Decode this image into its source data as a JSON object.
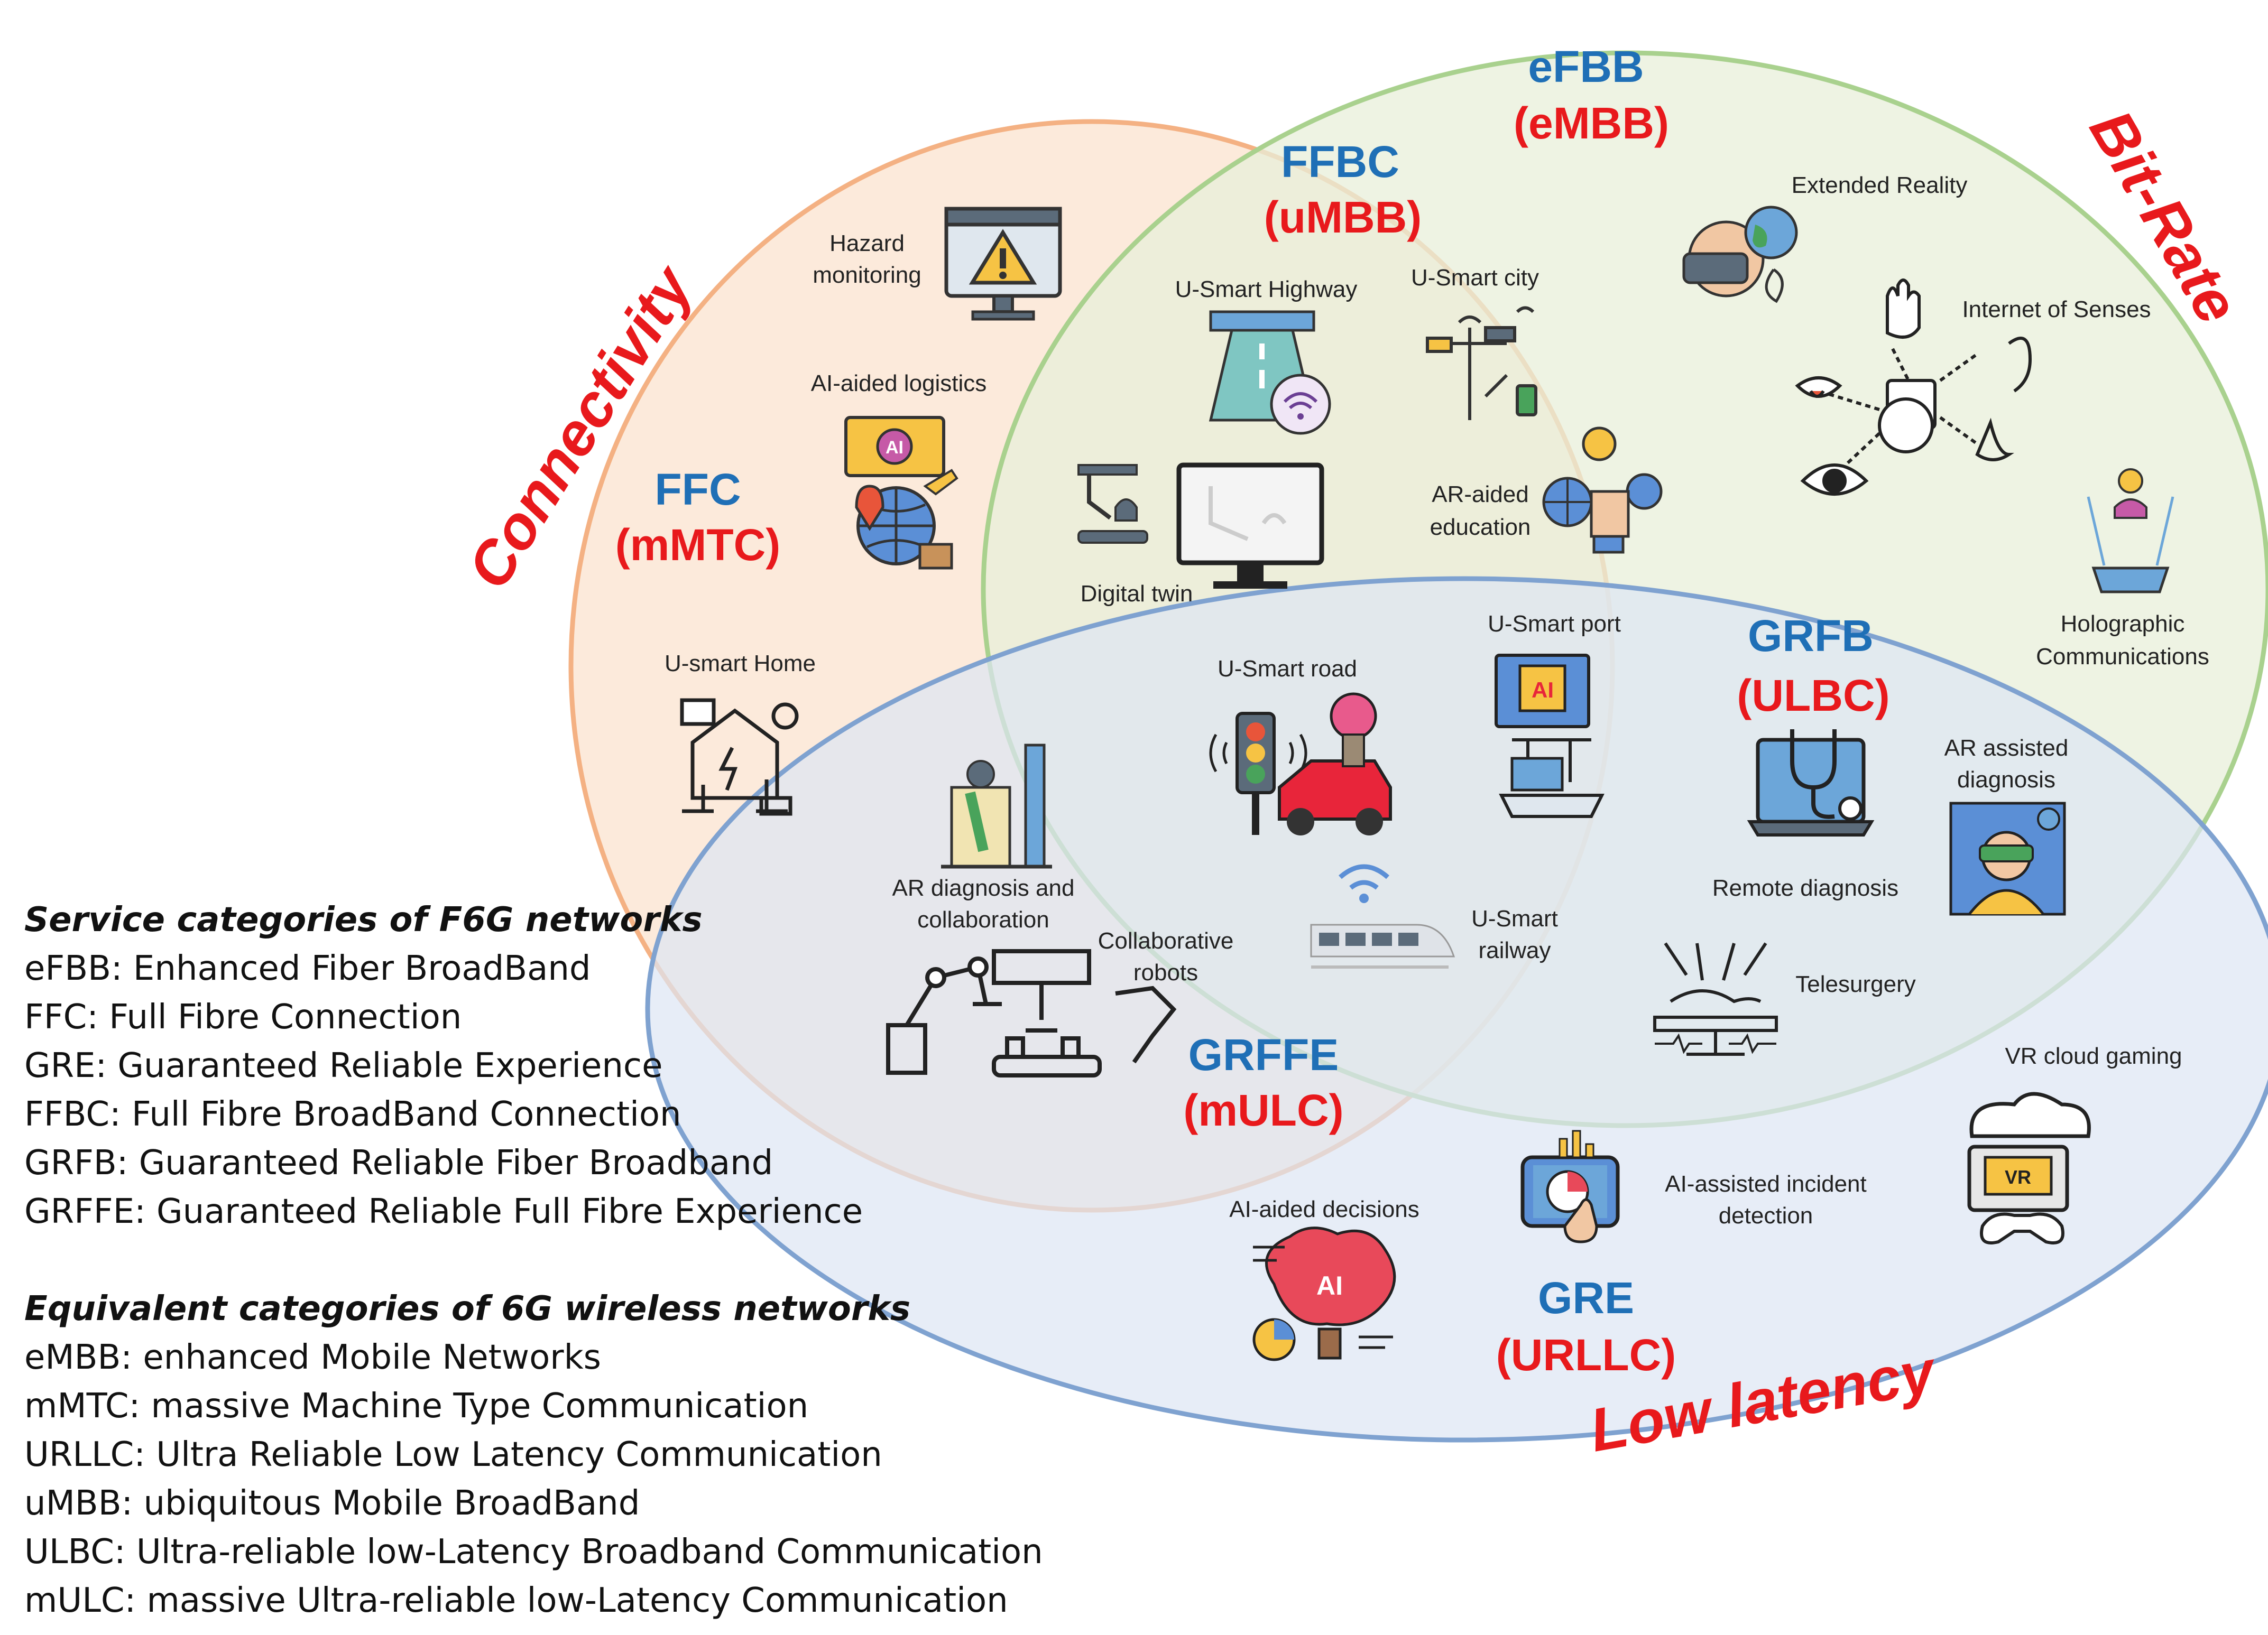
{
  "themes": {
    "connectivity": "Connectivity",
    "bitrate": "Bit-Rate",
    "latency": "Low latency"
  },
  "categories": {
    "efbb": {
      "name": "eFBB",
      "equiv": "(eMBB)"
    },
    "ffbc": {
      "name": "FFBC",
      "equiv": "(uMBB)"
    },
    "ffc": {
      "name": "FFC",
      "equiv": "(mMTC)"
    },
    "grfb": {
      "name": "GRFB",
      "equiv": "(ULBC)"
    },
    "grffe": {
      "name": "GRFFE",
      "equiv": "(mULC)"
    },
    "gre": {
      "name": "GRE",
      "equiv": "(URLLC)"
    }
  },
  "apps": {
    "hazard1": "Hazard",
    "hazard2": "monitoring",
    "ai_logistics": "AI-aided logistics",
    "smart_home": "U-smart Home",
    "smart_highway": "U-Smart Highway",
    "smart_city": "U-Smart city",
    "ar_edu1": "AR-aided",
    "ar_edu2": "education",
    "digital_twin": "Digital twin",
    "xr": "Extended Reality",
    "senses": "Internet of Senses",
    "holo1": "Holographic",
    "holo2": "Communications",
    "smart_road": "U-Smart road",
    "smart_port": "U-Smart port",
    "ar_diag1": "AR diagnosis and",
    "ar_diag2": "collaboration",
    "cobots1": "Collaborative",
    "cobots2": "robots",
    "railway1": "U-Smart",
    "railway2": "railway",
    "remote_diag": "Remote diagnosis",
    "ar_assist1": "AR assisted",
    "ar_assist2": "diagnosis",
    "telesurgery": "Telesurgery",
    "vr_gaming": "VR cloud gaming",
    "ai_decisions": "AI-aided decisions",
    "ai_incident1": "AI-assisted incident",
    "ai_incident2": "detection",
    "ai_badge": "AI",
    "vr_badge": "VR"
  },
  "legend": {
    "service_header": "Service categories of F6G networks",
    "service_items": [
      "eFBB: Enhanced Fiber BroadBand",
      "FFC: Full Fibre Connection",
      "GRE: Guaranteed Reliable Experience",
      "FFBC: Full Fibre BroadBand Connection",
      "GRFB: Guaranteed Reliable Fiber Broadband",
      "GRFFE: Guaranteed Reliable Full Fibre Experience"
    ],
    "equiv_header": "Equivalent categories of 6G wireless networks",
    "equiv_items": [
      "eMBB: enhanced Mobile Networks",
      "mMTC: massive Machine Type Communication",
      "URLLC: Ultra Reliable Low Latency Communication",
      "uMBB: ubiquitous Mobile BroadBand",
      "ULBC: Ultra-reliable low-Latency Broadband Communication",
      "mULC: massive Ultra-reliable low-Latency Communication"
    ]
  },
  "colors": {
    "connectivity_fill": "#fbe3cf",
    "connectivity_stroke": "#f4b183",
    "bitrate_fill": "#e8efd9",
    "bitrate_stroke": "#a9d18e",
    "latency_fill": "#dde6f3",
    "latency_stroke": "#7fa2d0",
    "blue_text": "#1f6fb6",
    "red_text": "#e8191c"
  }
}
